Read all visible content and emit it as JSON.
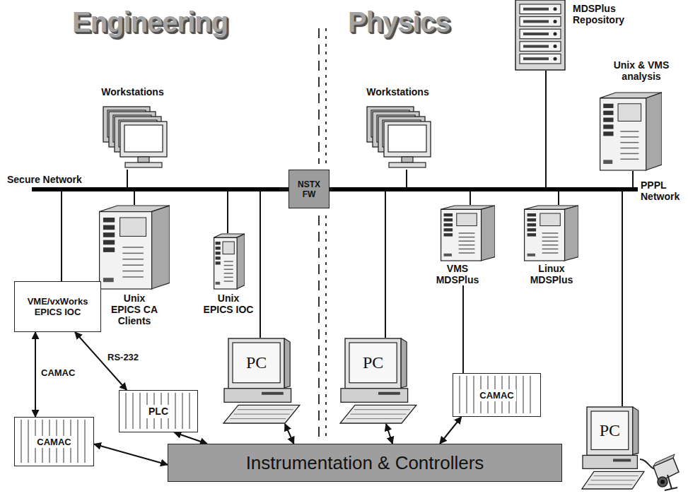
{
  "diagram": {
    "nodes": [
      {
        "text": [
          "Secure Network"
        ]
      },
      {
        "text": [
          "NSTX FW"
        ]
      },
      {
        "text": [
          "PPPL Network"
        ]
      },
      {
        "text": [
          "Workstations"
        ]
      },
      {
        "text": [
          "Unix EPICS CA Clients"
        ]
      },
      {
        "text": [
          "Unix EPICS IOC"
        ]
      },
      {
        "text": [
          "VME/vxWorks EPICS IOC"
        ]
      },
      {
        "text": [
          "PLC"
        ]
      },
      {
        "text": [
          "CAMAC"
        ]
      },
      {
        "text": [
          "PC"
        ]
      },
      {
        "text": [
          "Workstations"
        ]
      },
      {
        "text": [
          "PC"
        ]
      },
      {
        "text": [
          "MDSPlus Repository"
        ]
      },
      {
        "text": [
          "Unix & VMS analysis"
        ]
      },
      {
        "text": [
          "VMS MDSPlus"
        ]
      },
      {
        "text": [
          "Linux MDSPlus"
        ]
      },
      {
        "text": [
          "CAMAC"
        ]
      },
      {
        "text": [
          "PC"
        ]
      },
      {
        "text": [
          "Instrumentation & Controllers"
        ]
      }
    ],
    "edges": [
      {
        "from": 0,
        "to": 1,
        "arrow": "none"
      },
      {
        "from": 1,
        "to": 2,
        "arrow": "none"
      },
      {
        "from": 3,
        "to": 0,
        "arrow": "none"
      },
      {
        "from": 4,
        "to": 0,
        "arrow": "none"
      },
      {
        "from": 5,
        "to": 0,
        "arrow": "none"
      },
      {
        "from": 6,
        "to": 0,
        "arrow": "none"
      },
      {
        "from": 9,
        "to": 0,
        "arrow": "none"
      },
      {
        "from": 6,
        "to": 8,
        "label": "CAMAC",
        "arrow": "both"
      },
      {
        "from": 6,
        "to": 7,
        "label": "RS-232",
        "arrow": "both"
      },
      {
        "from": 8,
        "to": 18,
        "arrow": "both"
      },
      {
        "from": 7,
        "to": 18,
        "arrow": "both"
      },
      {
        "from": 9,
        "to": 18,
        "arrow": "both"
      },
      {
        "from": 11,
        "to": 18,
        "arrow": "both"
      },
      {
        "from": 16,
        "to": 18,
        "arrow": "both"
      },
      {
        "from": 10,
        "to": 2,
        "arrow": "none"
      },
      {
        "from": 11,
        "to": 2,
        "arrow": "none"
      },
      {
        "from": 12,
        "to": 2,
        "arrow": "none"
      },
      {
        "from": 13,
        "to": 2,
        "arrow": "none"
      },
      {
        "from": 14,
        "to": 2,
        "arrow": "none"
      },
      {
        "from": 15,
        "to": 2,
        "arrow": "none"
      },
      {
        "from": 14,
        "to": 16,
        "arrow": "none"
      },
      {
        "from": 17,
        "to": 2,
        "arrow": "none"
      }
    ],
    "labels": [
      "Engineering",
      "Physics"
    ]
  }
}
